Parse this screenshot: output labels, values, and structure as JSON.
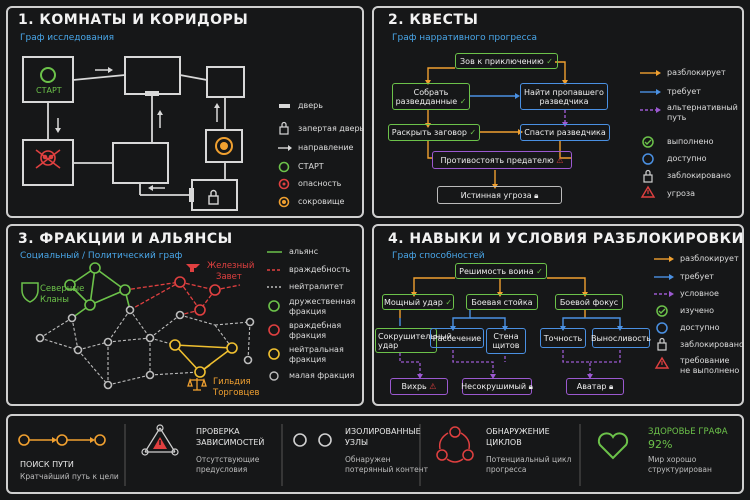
{
  "colors": {
    "green": "#6cc24a",
    "blue": "#4a90e2",
    "purple": "#9b59d0",
    "orange": "#f0a030",
    "red": "#e04040",
    "yellow": "#f0c030"
  },
  "p1": {
    "title": "1. КОМНАТЫ И КОРИДОРЫ",
    "subtitle": "Граф исследования",
    "start": "СТАРТ",
    "legend": [
      "дверь",
      "запертая дверь",
      "направление",
      "СТАРТ",
      "опасность",
      "сокровище"
    ],
    "icons": [
      "door-icon",
      "lock-icon",
      "arrow-right-icon",
      "start-circle-icon",
      "skull-icon",
      "treasure-icon"
    ]
  },
  "p2": {
    "title": "2. КВЕСТЫ",
    "subtitle": "Граф нарративного прогресса",
    "nodes": {
      "call": "Зов к приключению",
      "collect1": "Собрать",
      "collect2": "разведданные",
      "find1": "Найти пропавшего",
      "find2": "разведчика",
      "plot": "Раскрыть заговор",
      "save": "Спасти разведчика",
      "betray": "Противостоять предателю",
      "threat": "Истинная угроза"
    },
    "legend": [
      "разблокирует",
      "требует",
      "альтернативный",
      "путь",
      "выполнено",
      "доступно",
      "заблокировано",
      "угроза"
    ]
  },
  "p3": {
    "title": "3. ФРАКЦИИ И АЛЬЯНСЫ",
    "subtitle": "Социальный / Политический граф",
    "clans1": "Северные",
    "clans2": "Кланы",
    "iron1": "Железный",
    "iron2": "Завет",
    "guild1": "Гильдия",
    "guild2": "Торговцев",
    "legend": [
      "альянс",
      "враждебность",
      "нейтралитет",
      "дружественная",
      "фракция",
      "враждебная",
      "фракция",
      "нейтральная",
      "фракция",
      "малая фракция"
    ]
  },
  "p4": {
    "title": "4. НАВЫКИ И УСЛОВИЯ РАЗБЛОКИРОВКИ",
    "subtitle": "Граф способностей",
    "nodes": {
      "root": "Решимость воина",
      "strike": "Мощный удар",
      "stance": "Боевая стойка",
      "focus": "Боевой фокус",
      "crush1": "Сокрушительный",
      "crush2": "удар",
      "cleave": "Рассечение",
      "wall1": "Стена",
      "wall2": "щитов",
      "precision": "Точность",
      "endurance": "Выносливость",
      "whirl": "Вихрь",
      "invincible": "Несокрушимый",
      "avatar": "Аватар"
    },
    "legend": [
      "разблокирует",
      "требует",
      "условное",
      "изучено",
      "доступно",
      "заблокировано",
      "требование",
      "не выполнено"
    ]
  },
  "bottom": {
    "pathfind": {
      "title": "ПОИСК ПУТИ",
      "sub": "Кратчайший путь к цели"
    },
    "deps": {
      "title1": "ПРОВЕРКА",
      "title2": "ЗАВИСИМОСТЕЙ",
      "sub1": "Отсутствующие",
      "sub2": "предусловия"
    },
    "isolated": {
      "title1": "ИЗОЛИРОВАННЫЕ",
      "title2": "УЗЛЫ",
      "sub1": "Обнаружен",
      "sub2": "потерянный контент"
    },
    "cycles": {
      "title1": "ОБНАРУЖЕНИЕ",
      "title2": "ЦИКЛОВ",
      "sub1": "Потенциальный цикл",
      "sub2": "прогресса"
    },
    "health": {
      "title": "ЗДОРОВЬЕ ГРАФА",
      "value": "92%",
      "sub1": "Мир хорошо",
      "sub2": "структурирован"
    }
  }
}
